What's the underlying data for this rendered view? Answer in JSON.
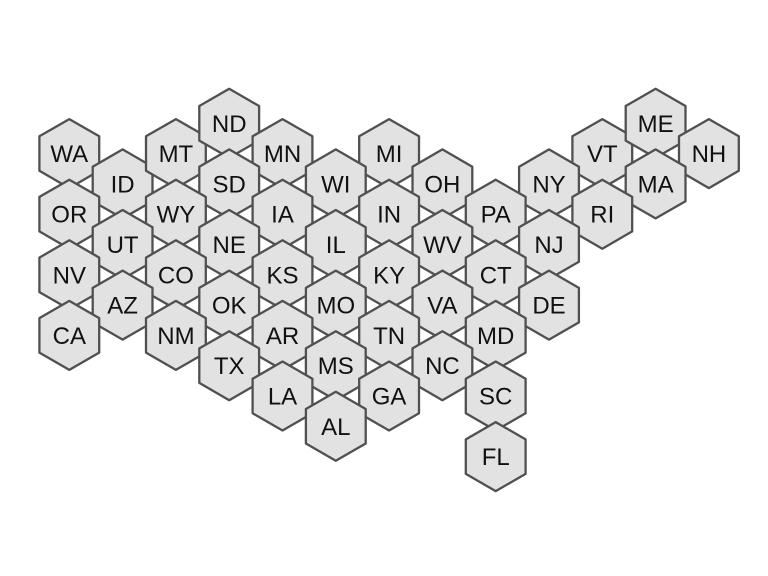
{
  "colors": {
    "background": "#ffffff",
    "hex_fill": "#e2e2e2",
    "hex_stroke": "#505050",
    "label": "#111111"
  },
  "map": {
    "type": "hexagon-tile-map",
    "states": [
      {
        "abbr": "WA",
        "col": 0,
        "row": 0
      },
      {
        "abbr": "ID",
        "col": 1,
        "row": 1
      },
      {
        "abbr": "MT",
        "col": 2,
        "row": 0
      },
      {
        "abbr": "ND",
        "col": 3,
        "row": -1
      },
      {
        "abbr": "MN",
        "col": 4,
        "row": 0
      },
      {
        "abbr": "MI",
        "col": 6,
        "row": 0
      },
      {
        "abbr": "VT",
        "col": 10,
        "row": 0
      },
      {
        "abbr": "ME",
        "col": 11,
        "row": -1
      },
      {
        "abbr": "NH",
        "col": 12,
        "row": 0
      },
      {
        "abbr": "SD",
        "col": 3,
        "row": 1
      },
      {
        "abbr": "WI",
        "col": 5,
        "row": 1
      },
      {
        "abbr": "OH",
        "col": 7,
        "row": 1
      },
      {
        "abbr": "NY",
        "col": 9,
        "row": 1
      },
      {
        "abbr": "MA",
        "col": 11,
        "row": 1
      },
      {
        "abbr": "OR",
        "col": 0,
        "row": 2
      },
      {
        "abbr": "WY",
        "col": 2,
        "row": 2
      },
      {
        "abbr": "IA",
        "col": 4,
        "row": 2
      },
      {
        "abbr": "IN",
        "col": 6,
        "row": 2
      },
      {
        "abbr": "PA",
        "col": 8,
        "row": 2
      },
      {
        "abbr": "RI",
        "col": 10,
        "row": 2
      },
      {
        "abbr": "UT",
        "col": 1,
        "row": 3
      },
      {
        "abbr": "NE",
        "col": 3,
        "row": 3
      },
      {
        "abbr": "IL",
        "col": 5,
        "row": 3
      },
      {
        "abbr": "WV",
        "col": 7,
        "row": 3
      },
      {
        "abbr": "NJ",
        "col": 9,
        "row": 3
      },
      {
        "abbr": "NV",
        "col": 0,
        "row": 4
      },
      {
        "abbr": "CO",
        "col": 2,
        "row": 4
      },
      {
        "abbr": "KS",
        "col": 4,
        "row": 4
      },
      {
        "abbr": "KY",
        "col": 6,
        "row": 4
      },
      {
        "abbr": "CT",
        "col": 8,
        "row": 4
      },
      {
        "abbr": "AZ",
        "col": 1,
        "row": 5
      },
      {
        "abbr": "OK",
        "col": 3,
        "row": 5
      },
      {
        "abbr": "MO",
        "col": 5,
        "row": 5
      },
      {
        "abbr": "VA",
        "col": 7,
        "row": 5
      },
      {
        "abbr": "DE",
        "col": 9,
        "row": 5
      },
      {
        "abbr": "CA",
        "col": 0,
        "row": 6
      },
      {
        "abbr": "NM",
        "col": 2,
        "row": 6
      },
      {
        "abbr": "AR",
        "col": 4,
        "row": 6
      },
      {
        "abbr": "TN",
        "col": 6,
        "row": 6
      },
      {
        "abbr": "MD",
        "col": 8,
        "row": 6
      },
      {
        "abbr": "TX",
        "col": 3,
        "row": 7
      },
      {
        "abbr": "MS",
        "col": 5,
        "row": 7
      },
      {
        "abbr": "NC",
        "col": 7,
        "row": 7
      },
      {
        "abbr": "LA",
        "col": 4,
        "row": 8
      },
      {
        "abbr": "GA",
        "col": 6,
        "row": 8
      },
      {
        "abbr": "SC",
        "col": 8,
        "row": 8
      },
      {
        "abbr": "AL",
        "col": 5,
        "row": 9
      },
      {
        "abbr": "FL",
        "col": 8,
        "row": 10
      }
    ]
  }
}
